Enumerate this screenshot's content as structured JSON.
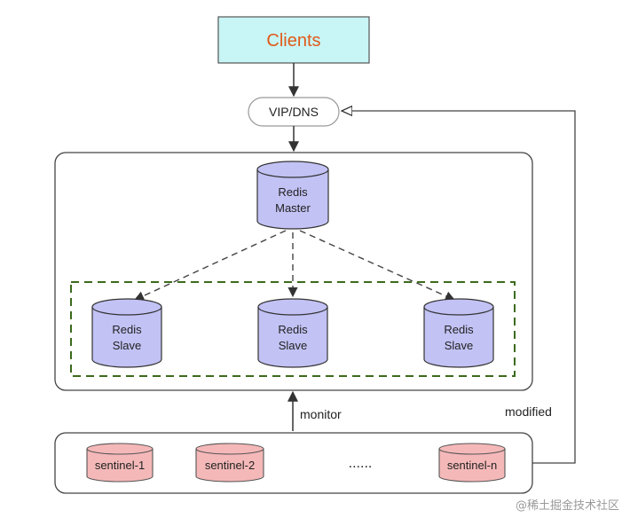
{
  "clients": {
    "label": "Clients"
  },
  "vip": {
    "label": "VIP/DNS"
  },
  "master": {
    "line1": "Redis",
    "line2": "Master"
  },
  "slaves": [
    {
      "line1": "Redis",
      "line2": "Slave"
    },
    {
      "line1": "Redis",
      "line2": "Slave"
    },
    {
      "line1": "Redis",
      "line2": "Slave"
    }
  ],
  "labels": {
    "monitor": "monitor",
    "modified": "modified",
    "ellipsis": "......"
  },
  "sentinels": [
    {
      "label": "sentinel-1"
    },
    {
      "label": "sentinel-2"
    },
    {
      "label": "sentinel-n"
    }
  ],
  "watermark": "@稀土掘金技术社区",
  "colors": {
    "clients_fill": "#c8f5f5",
    "clients_text": "#e05a1a",
    "cylinder_fill": "#c2c2f5",
    "sentinel_fill": "#f5b8b8",
    "group_dash": "#3c6a1c"
  }
}
